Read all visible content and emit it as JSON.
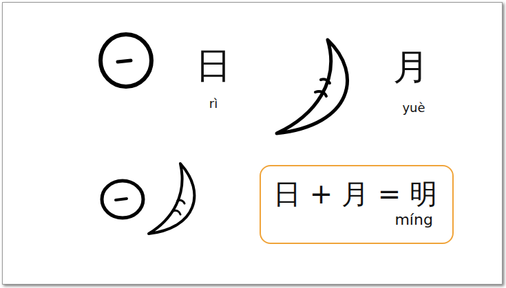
{
  "diagram": {
    "nodes": [
      {
        "text": [
          "日 + 月 = 明",
          "míng"
        ]
      }
    ],
    "labels": [
      "日",
      "rì",
      "月",
      "yuè"
    ]
  }
}
